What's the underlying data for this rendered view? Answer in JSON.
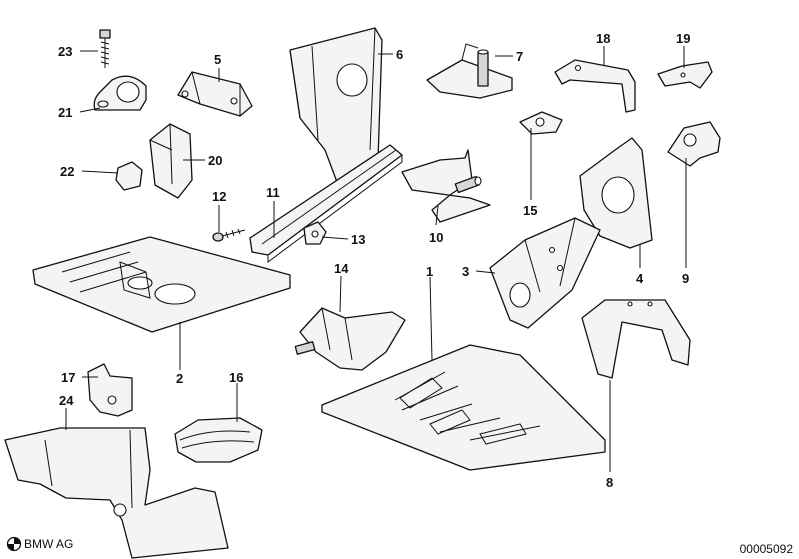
{
  "diagram": {
    "callouts": [
      "1",
      "2",
      "3",
      "4",
      "5",
      "6",
      "7",
      "8",
      "9",
      "10",
      "11",
      "12",
      "13",
      "14",
      "15",
      "16",
      "17",
      "18",
      "19",
      "20",
      "21",
      "22",
      "23",
      "24"
    ],
    "brand": "BMW AG",
    "drawing_number": "00005092",
    "logo_icon": "bmw-roundel-icon"
  }
}
